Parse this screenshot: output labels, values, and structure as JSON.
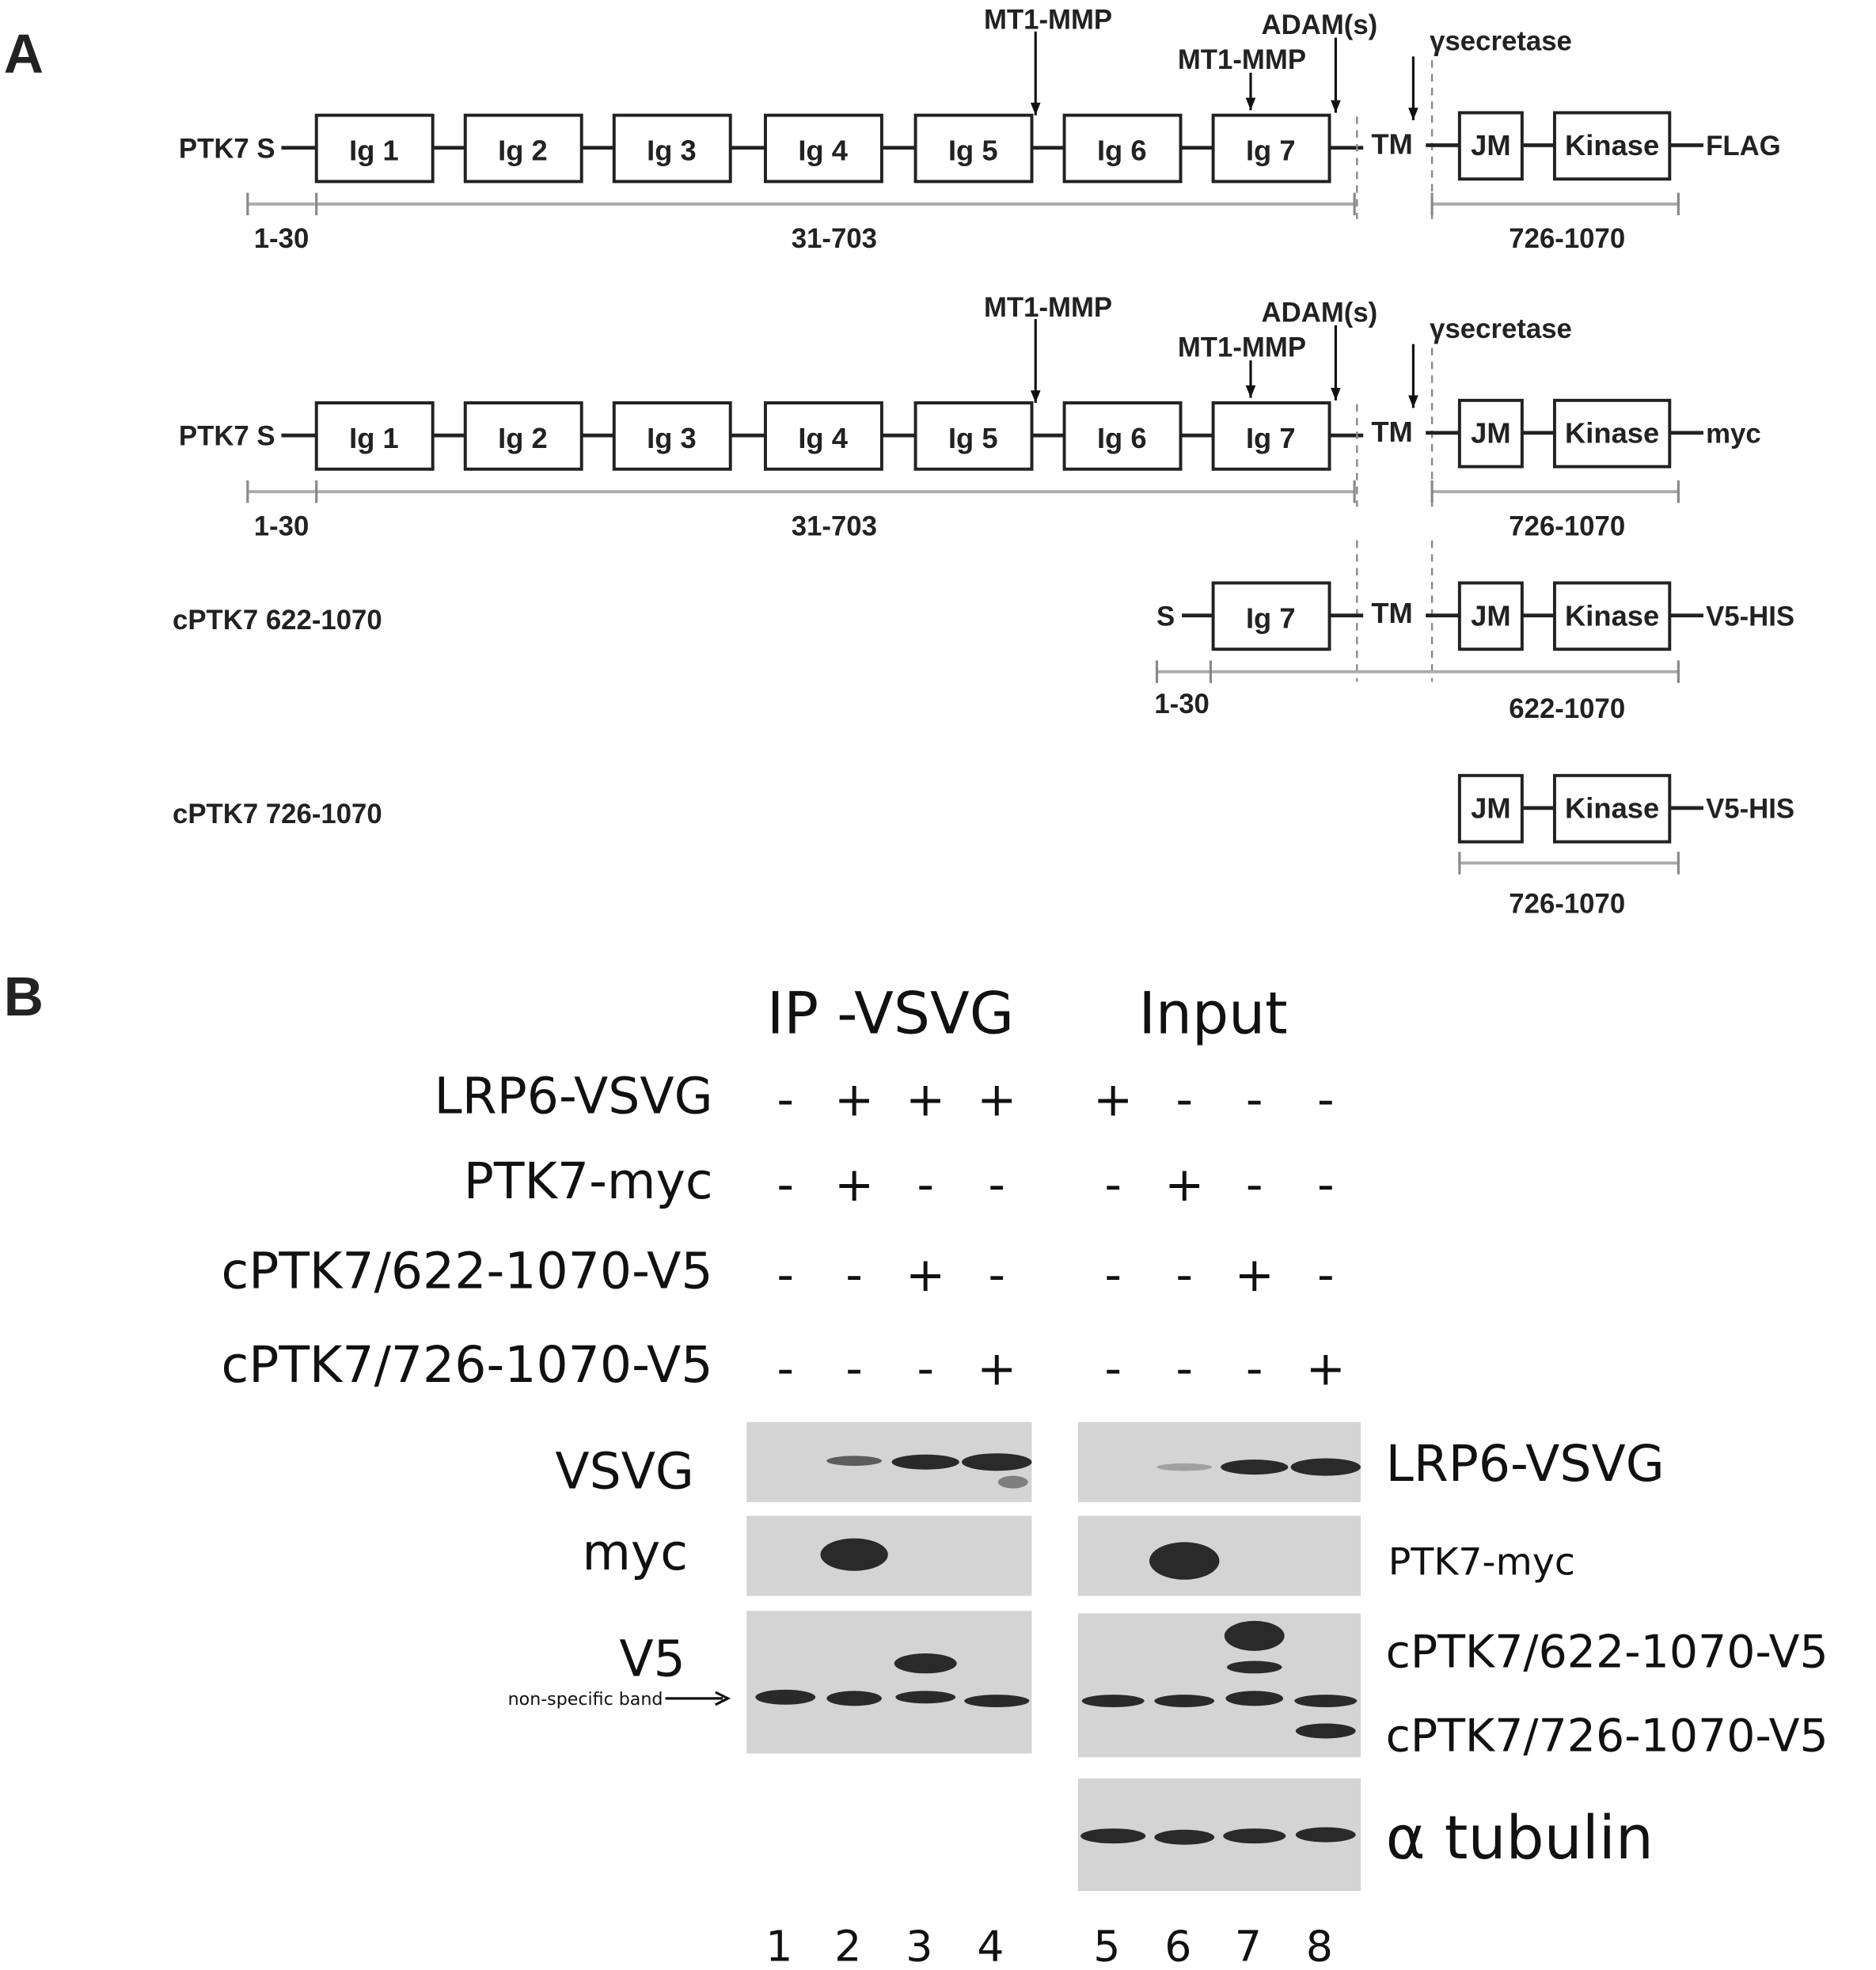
{
  "panelA": {
    "label": "A",
    "construct1": {
      "name": "PTK7 S",
      "domains": [
        "Ig 1",
        "Ig 2",
        "Ig 3",
        "Ig 4",
        "Ig 5",
        "Ig 6",
        "Ig 7"
      ],
      "tm": "TM",
      "jm": "JM",
      "kinase": "Kinase",
      "tag": "FLAG",
      "cleavage": {
        "mt1_top": "MT1-MMP",
        "adam": "ADAM(s)",
        "mt1_low": "MT1-MMP",
        "gamma": "γsecretase"
      },
      "ranges": [
        "1-30",
        "31-703",
        "726-1070"
      ]
    },
    "construct2": {
      "name": "PTK7 S",
      "domains": [
        "Ig 1",
        "Ig 2",
        "Ig 3",
        "Ig 4",
        "Ig 5",
        "Ig 6",
        "Ig 7"
      ],
      "tm": "TM",
      "jm": "JM",
      "kinase": "Kinase",
      "tag": "myc",
      "cleavage": {
        "mt1_top": "MT1-MMP",
        "adam": "ADAM(s)",
        "mt1_low": "MT1-MMP",
        "gamma": "γsecretase"
      },
      "ranges": [
        "1-30",
        "31-703",
        "726-1070"
      ]
    },
    "construct3": {
      "name": "cPTK7 622-1070",
      "s": "S",
      "domain": "Ig 7",
      "tm": "TM",
      "jm": "JM",
      "kinase": "Kinase",
      "tag": "V5-HIS",
      "ranges": [
        "1-30",
        "622-1070"
      ]
    },
    "construct4": {
      "name": "cPTK7 726-1070",
      "jm": "JM",
      "kinase": "Kinase",
      "tag": "V5-HIS",
      "ranges": [
        "726-1070"
      ]
    }
  },
  "panelB": {
    "label": "B",
    "ip_header": "IP -VSVG",
    "input_header": "Input",
    "conditions": [
      {
        "label": "LRP6-VSVG",
        "signs": [
          "-",
          "+",
          "+",
          "+",
          "+",
          "-",
          "-",
          "-"
        ]
      },
      {
        "label": "PTK7-myc",
        "signs": [
          "-",
          "+",
          "-",
          "-",
          "-",
          "+",
          "-",
          "-"
        ]
      },
      {
        "label": "cPTK7/622-1070-V5",
        "signs": [
          "-",
          "-",
          "+",
          "-",
          "-",
          "-",
          "+",
          "-"
        ]
      },
      {
        "label": "cPTK7/726-1070-V5",
        "signs": [
          "-",
          "-",
          "-",
          "+",
          "-",
          "-",
          "-",
          "+"
        ]
      }
    ],
    "blot_left_labels": {
      "vsvg": "VSVG",
      "myc": "myc",
      "v5": "V5",
      "nonspecific": "non-specific band"
    },
    "blot_right_labels": {
      "lrp6": "LRP6-VSVG",
      "ptk7myc": "PTK7-myc",
      "c622": "cPTK7/622-1070-V5",
      "c726": "cPTK7/726-1070-V5",
      "tubulin": "α tubulin"
    },
    "lanes": [
      "1",
      "2",
      "3",
      "4",
      "5",
      "6",
      "7",
      "8"
    ]
  }
}
